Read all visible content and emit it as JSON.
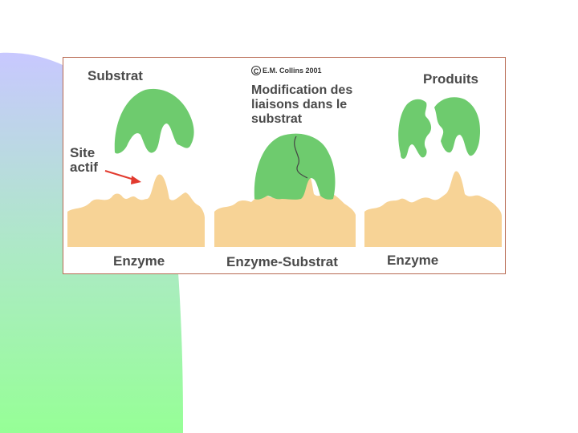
{
  "figure": {
    "labels": {
      "substrat": "Substrat",
      "produits": "Produits",
      "site_actif": "Site\nactif",
      "modification": "Modification des liaisons dans le substrat",
      "copyright_symbol": "C",
      "copyright_text": "E.M. Collins 2001",
      "enzyme_left": "Enzyme",
      "enzyme_substrat": "Enzyme-Substrat",
      "enzyme_right": "Enzyme"
    },
    "colors": {
      "substrate_green": "#6ecb6e",
      "enzyme_tan": "#f7d396",
      "arrow_red": "#e23a2e",
      "frame": "#b86a52",
      "slide_gradient_top": "#c8c8ff",
      "slide_gradient_bottom": "#96ff96"
    }
  }
}
